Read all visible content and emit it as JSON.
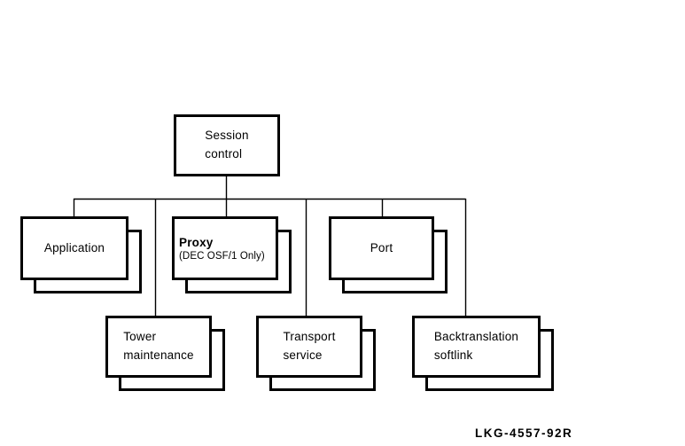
{
  "nodes": {
    "session_control": {
      "label": "Session\ncontrol"
    },
    "application": {
      "label": "Application"
    },
    "proxy": {
      "label": "Proxy",
      "sublabel": "(DEC OSF/1 Only)"
    },
    "port": {
      "label": "Port"
    },
    "tower_maintenance": {
      "label": "Tower\nmaintenance"
    },
    "transport_service": {
      "label": "Transport\nservice"
    },
    "backtranslation_softlink": {
      "label": "Backtranslation\nsoftlink"
    }
  },
  "edges": [
    [
      "session_control",
      "application"
    ],
    [
      "session_control",
      "proxy"
    ],
    [
      "session_control",
      "port"
    ],
    [
      "session_control",
      "tower_maintenance"
    ],
    [
      "session_control",
      "transport_service"
    ],
    [
      "session_control",
      "backtranslation_softlink"
    ]
  ],
  "figure_label": "LKG-4557-92R",
  "colors": {
    "line": "#000000",
    "background": "#ffffff",
    "text": "#000000"
  }
}
